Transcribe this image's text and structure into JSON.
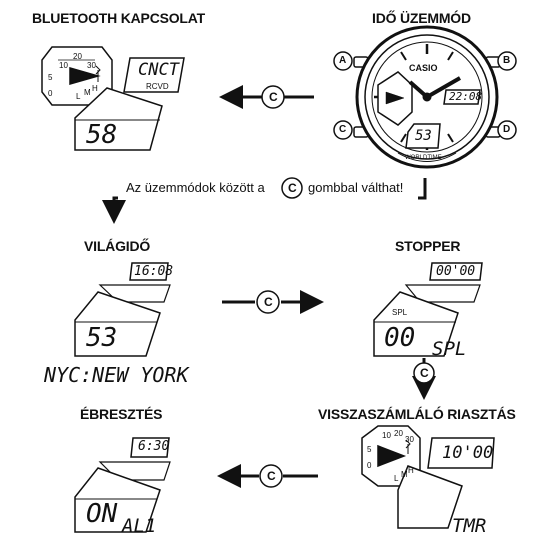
{
  "modes": {
    "bluetooth": {
      "title": "BLUETOOTH KAPCSOLAT",
      "lcd_top": "CNCT",
      "lcd_sub": "RCVD",
      "lcd_seconds": "58",
      "dial_numbers": [
        "10",
        "20",
        "30"
      ],
      "dial_left": [
        "5",
        "0"
      ],
      "dial_bottom": [
        "L",
        "M",
        "H"
      ]
    },
    "timekeeping": {
      "title": "IDŐ ÜZEMMÓD",
      "brand": "CASIO",
      "lcd_time": "22:08",
      "lcd_seconds": "53",
      "bezel_text": "WORLDTIME",
      "buttons": [
        "A",
        "B",
        "C",
        "D"
      ]
    },
    "light": {
      "title": "VILÁGIDŐ",
      "lcd_time": "16:08",
      "lcd_seconds": "53",
      "city": "NYC:NEW YORK"
    },
    "stopwatch": {
      "title": "STOPPER",
      "lcd_time": "00'00",
      "lcd_sub": "SPL",
      "lcd_value": "00",
      "label": "SPL"
    },
    "alarm": {
      "title": "ÉBRESZTÉS",
      "lcd_time": "6:30",
      "lcd_value": "ON",
      "label": "AL1"
    },
    "timer": {
      "title": "VISSZASZÁMLÁLÓ RIASZTÁS",
      "lcd_time": "10'00",
      "label": "TMR",
      "dial_numbers": [
        "10",
        "20",
        "30"
      ],
      "dial_left": [
        "5",
        "0"
      ],
      "dial_bottom": [
        "L",
        "M",
        "H"
      ]
    }
  },
  "instruction": {
    "before": "Az üzemmódok között a",
    "button": "C",
    "after": "gombbal válthat!"
  },
  "nav_button": "C"
}
